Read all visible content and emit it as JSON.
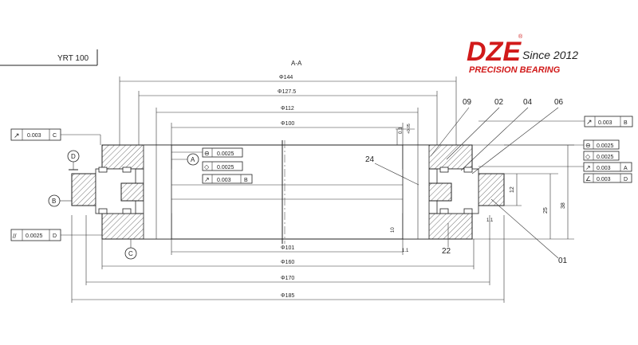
{
  "brand": {
    "logo": "DZE",
    "registered": "®",
    "since": "Since 2012",
    "tagline": "PRECISION BEARING",
    "logo_color": "#d11a1a"
  },
  "title_block": {
    "model": "YRT 100"
  },
  "section_label": "A-A",
  "dimensions": {
    "d144": "Φ144",
    "d127_5": "Φ127.5",
    "d112": "Φ112",
    "d100": "Φ100",
    "d101": "Φ101",
    "d160": "Φ160",
    "d170": "Φ170",
    "d185": "Φ185",
    "h12": "12",
    "h25": "25",
    "h38": "38",
    "small_top": "0.3",
    "small_top_tol": "+0.05",
    "small_a": "1.1",
    "small_b": "1.1",
    "small_c": "10"
  },
  "part_numbers": {
    "p09": "09",
    "p02": "02",
    "p04": "04",
    "p06": "06",
    "p24": "24",
    "p22": "22",
    "p01": "01"
  },
  "datums": {
    "a": "A",
    "b": "B",
    "c": "C",
    "d": "D"
  },
  "tolerances": {
    "left_top": {
      "symbol": "↗",
      "value": "0.003",
      "datum": "C"
    },
    "left_bottom": {
      "symbol": "//",
      "value": "0.0025",
      "datum": "D"
    },
    "center": [
      {
        "symbol": "⊖",
        "value": "0.0025",
        "datum": ""
      },
      {
        "symbol": "◇",
        "value": "0.0025",
        "datum": ""
      },
      {
        "symbol": "↗",
        "value": "0.003",
        "datum": "B"
      }
    ],
    "right_top": {
      "symbol": "↗",
      "value": "0.003",
      "datum": "B"
    },
    "right": [
      {
        "symbol": "⊖",
        "value": "0.0025",
        "datum": ""
      },
      {
        "symbol": "◇",
        "value": "0.0025",
        "datum": ""
      },
      {
        "symbol": "↗",
        "value": "0.003",
        "datum": "A"
      },
      {
        "symbol": "∠",
        "value": "0.003",
        "datum": "D"
      }
    ]
  }
}
